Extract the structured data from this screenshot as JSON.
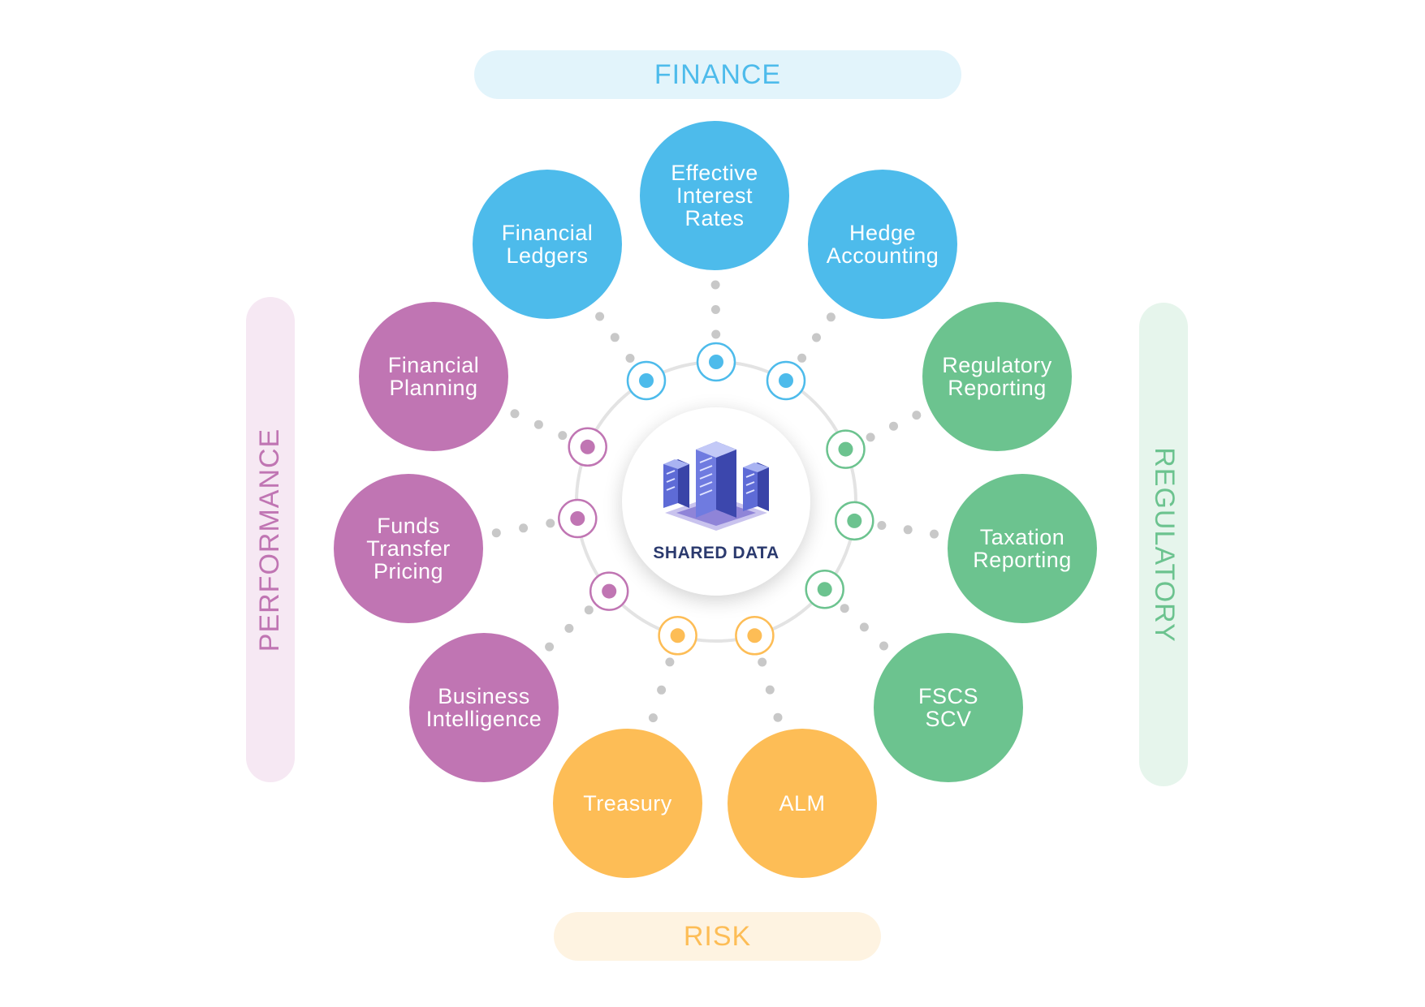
{
  "colors": {
    "finance": "#4dbbeb",
    "regulatory": "#6cc38f",
    "risk": "#fdbd56",
    "performance": "#c075b3",
    "finance_pill_bg": "#e2f4fb",
    "regulatory_pill_bg": "#e6f5ec",
    "risk_pill_bg": "#fef3e1",
    "performance_pill_bg": "#f6e8f3",
    "connector_dots": "#c8c8c8",
    "ring": "#e3e3e3"
  },
  "categories": {
    "finance": "FINANCE",
    "risk": "RISK",
    "performance": "PERFORMANCE",
    "regulatory": "REGULATORY"
  },
  "center": {
    "label": "SHARED DATA",
    "icon": "server-stack-icon"
  },
  "nodes": [
    {
      "label": "Effective\nInterest\nRates",
      "group": "finance"
    },
    {
      "label": "Hedge\nAccounting",
      "group": "finance"
    },
    {
      "label": "Regulatory\nReporting",
      "group": "regulatory"
    },
    {
      "label": "Taxation\nReporting",
      "group": "regulatory"
    },
    {
      "label": "FSCS\nSCV",
      "group": "regulatory"
    },
    {
      "label": "ALM",
      "group": "risk"
    },
    {
      "label": "Treasury",
      "group": "risk"
    },
    {
      "label": "Business\nIntelligence",
      "group": "performance"
    },
    {
      "label": "Funds\nTransfer\nPricing",
      "group": "performance"
    },
    {
      "label": "Financial\nPlanning",
      "group": "performance"
    },
    {
      "label": "Financial\nLedgers",
      "group": "finance"
    }
  ]
}
